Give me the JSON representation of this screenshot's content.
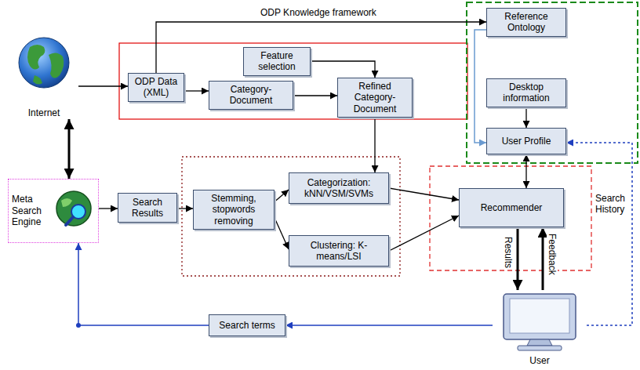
{
  "diagram": {
    "nodes": [
      {
        "text": [
          "Internet"
        ]
      },
      {
        "text": [
          "ODP Data (XML)"
        ]
      },
      {
        "text": [
          "Feature selection"
        ]
      },
      {
        "text": [
          "Category-Document"
        ]
      },
      {
        "text": [
          "Refined Category-Document"
        ]
      },
      {
        "text": [
          "Reference Ontology"
        ]
      },
      {
        "text": [
          "Desktop information"
        ]
      },
      {
        "text": [
          "User Profile"
        ]
      },
      {
        "text": [
          "Meta Search Engine"
        ]
      },
      {
        "text": [
          "Search Results"
        ]
      },
      {
        "text": [
          "Stemming, stopwords removing"
        ]
      },
      {
        "text": [
          "Categorization: kNN/VSM/SVMs"
        ]
      },
      {
        "text": [
          "Clustering: K-means/LSI"
        ]
      },
      {
        "text": [
          "Recommender"
        ]
      },
      {
        "text": [
          "User"
        ]
      },
      {
        "text": [
          "Search terms"
        ]
      }
    ],
    "edges": [
      {
        "from": 0,
        "to": 1,
        "arrow": "to"
      },
      {
        "from": 1,
        "to": 5,
        "arrow": "to",
        "label": "ODP Knowledge framework"
      },
      {
        "from": 1,
        "to": 3,
        "arrow": "to"
      },
      {
        "from": 2,
        "to": 4,
        "arrow": "to"
      },
      {
        "from": 3,
        "to": 4,
        "arrow": "to"
      },
      {
        "from": 4,
        "to": 11,
        "arrow": "to"
      },
      {
        "from": 5,
        "to": 7,
        "arrow": "to"
      },
      {
        "from": 6,
        "to": 7,
        "arrow": "to"
      },
      {
        "from": 7,
        "to": 13,
        "arrow": "both"
      },
      {
        "from": 0,
        "to": 8,
        "arrow": "both"
      },
      {
        "from": 8,
        "to": 9,
        "arrow": "to"
      },
      {
        "from": 9,
        "to": 10,
        "arrow": "to"
      },
      {
        "from": 10,
        "to": 11,
        "arrow": "to"
      },
      {
        "from": 10,
        "to": 12,
        "arrow": "to"
      },
      {
        "from": 11,
        "to": 13,
        "arrow": "to"
      },
      {
        "from": 12,
        "to": 13,
        "arrow": "to"
      },
      {
        "from": 13,
        "to": 14,
        "arrow": "to",
        "label": "Results"
      },
      {
        "from": 14,
        "to": 13,
        "arrow": "to",
        "label": "Feedback"
      },
      {
        "from": 14,
        "to": 15,
        "arrow": "to"
      },
      {
        "from": 15,
        "to": 8,
        "arrow": "to"
      },
      {
        "from": 14,
        "to": 7,
        "arrow": "to",
        "label": "Search History"
      }
    ]
  }
}
